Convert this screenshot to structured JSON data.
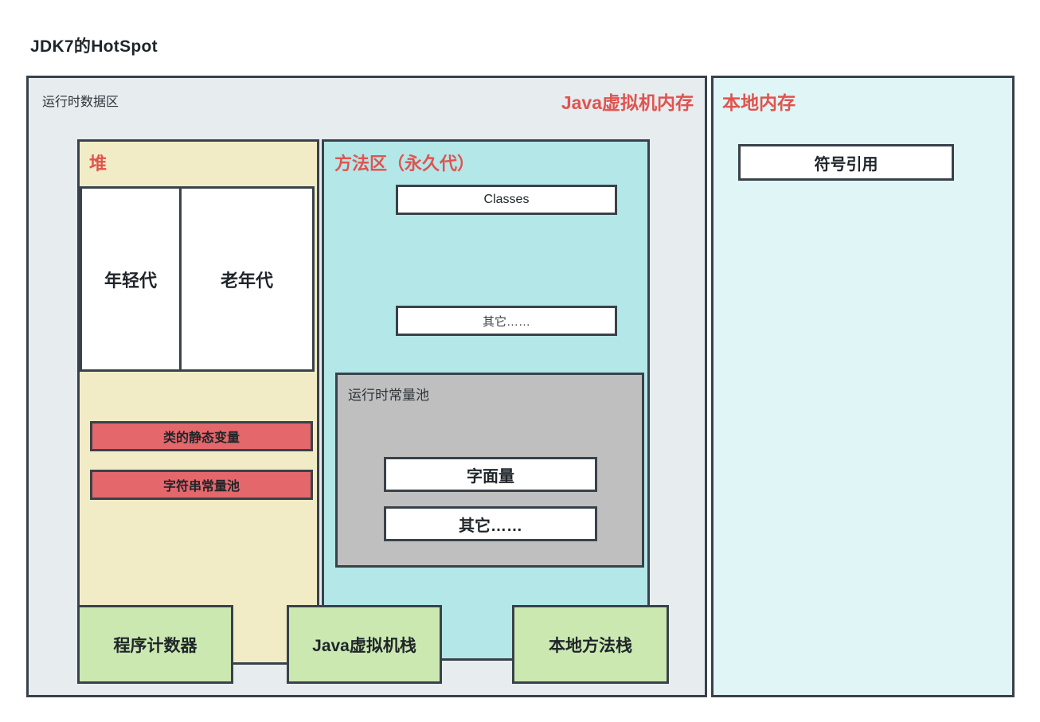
{
  "title": "JDK7的HotSpot",
  "jvm_panel": {
    "corner_label": "运行时数据区",
    "title": "Java虚拟机内存",
    "heap": {
      "title": "堆",
      "generations": [
        {
          "label": "年轻代"
        },
        {
          "label": "老年代"
        }
      ],
      "chips": [
        {
          "label": "类的静态变量"
        },
        {
          "label": "字符串常量池"
        }
      ]
    },
    "method_area": {
      "title": "方法区（永久代）",
      "chips": [
        {
          "label": "Classes"
        },
        {
          "label": "其它……"
        }
      ],
      "constant_pool": {
        "title": "运行时常量池",
        "chips": [
          {
            "label": "字面量"
          },
          {
            "label": "其它……"
          }
        ]
      }
    },
    "stacks": [
      {
        "label": "程序计数器"
      },
      {
        "label": "Java虚拟机栈"
      },
      {
        "label": "本地方法栈"
      }
    ]
  },
  "native_panel": {
    "title": "本地内存",
    "items": [
      {
        "label": "符号引用"
      }
    ]
  },
  "colors": {
    "accent_red": "#e0534f",
    "heap_fill": "#f2ecc6",
    "method_area_fill": "#b3e7e8",
    "native_fill": "#e0f5f5",
    "jvm_fill": "#e7ecef",
    "chip_red": "#e4676b",
    "chip_green": "#cbe8b1",
    "pool_gray": "#bfbfbf",
    "stroke": "#39424a"
  }
}
